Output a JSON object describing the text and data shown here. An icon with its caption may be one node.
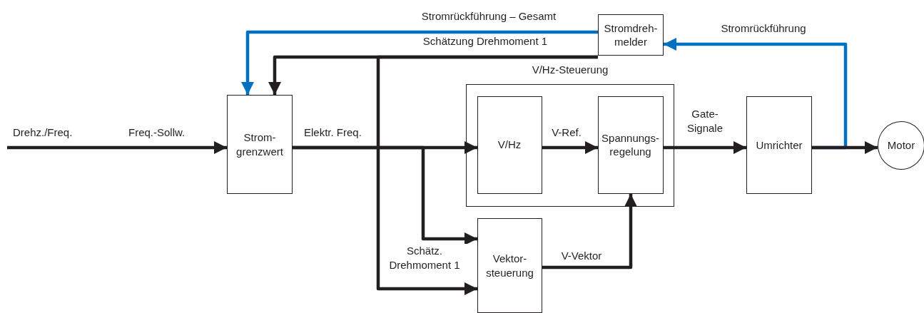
{
  "diagram": {
    "nodes": [
      {
        "text": [
          "Stromdreh- melder"
        ]
      },
      {
        "text": [
          "Strom- grenzwert"
        ]
      },
      {
        "text": [
          "V/Hz-Steuerung"
        ]
      },
      {
        "text": [
          "V/Hz"
        ],
        "in": 2
      },
      {
        "text": [
          "Spannungs- regelung"
        ],
        "in": 2
      },
      {
        "text": [
          "Vektor- steuerung"
        ]
      },
      {
        "text": [
          "Umrichter"
        ]
      },
      {
        "text": [
          "Motor"
        ]
      }
    ],
    "edges": [
      {
        "from": null,
        "to": 1,
        "arrow": "to",
        "label": "Freq.-Sollw."
      },
      {
        "from": 0,
        "to": 1,
        "arrow": "to",
        "label": "Stromrückführung – Gesamt",
        "color": "#0070c0"
      },
      {
        "from": 0,
        "to": 1,
        "arrow": "to",
        "label": "Schätzung Drehmoment 1"
      },
      {
        "from": 0,
        "to": 5,
        "arrow": "to",
        "label": "Schätz. Drehmoment 1"
      },
      {
        "from": 1,
        "to": 3,
        "arrow": "to",
        "label": "Elektr. Freq."
      },
      {
        "from": 1,
        "to": 5,
        "arrow": "to"
      },
      {
        "from": 3,
        "to": 4,
        "arrow": "to",
        "label": "V-Ref."
      },
      {
        "from": 4,
        "to": 6,
        "arrow": "to",
        "label": "Gate- Signale"
      },
      {
        "from": 6,
        "to": 7,
        "arrow": "to"
      },
      {
        "from": 6,
        "to": 0,
        "arrow": "to",
        "label": "Stromrückführung",
        "color": "#0070c0"
      },
      {
        "from": 5,
        "to": 4,
        "arrow": "to",
        "label": "V-Vektor"
      }
    ],
    "labels": [
      "Drehz./Freq."
    ]
  }
}
